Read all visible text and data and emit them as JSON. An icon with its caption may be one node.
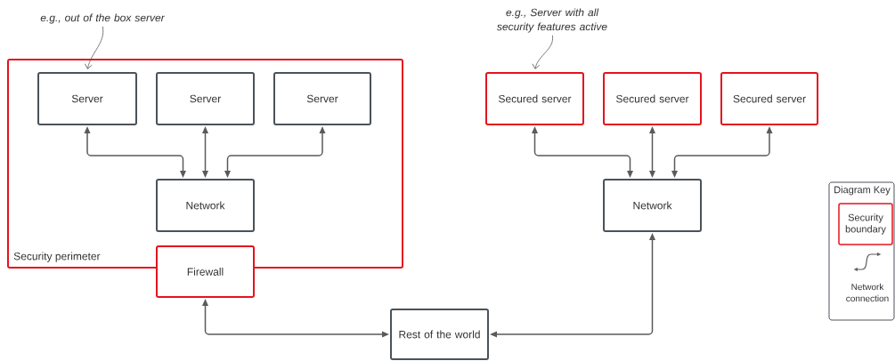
{
  "diagram": {
    "nodes": [
      {
        "text": [
          "Security perimeter"
        ]
      },
      {
        "text": [
          "e.g., out of the box server"
        ]
      },
      {
        "text": [
          "Server"
        ],
        "in": 0
      },
      {
        "text": [
          "Server"
        ],
        "in": 0
      },
      {
        "text": [
          "Server"
        ],
        "in": 0
      },
      {
        "text": [
          "Network"
        ],
        "in": 0
      },
      {
        "text": [
          "Firewall"
        ]
      },
      {
        "text": [
          "e.g., Server with all security features active"
        ]
      },
      {
        "text": [
          "Secured server"
        ]
      },
      {
        "text": [
          "Secured server"
        ]
      },
      {
        "text": [
          "Secured server"
        ]
      },
      {
        "text": [
          "Network"
        ]
      },
      {
        "text": [
          "Rest of the world"
        ]
      }
    ],
    "edges": [
      {
        "from": 1,
        "to": 2,
        "arrow": "to"
      },
      {
        "from": 2,
        "to": 5,
        "arrow": "both"
      },
      {
        "from": 3,
        "to": 5,
        "arrow": "both"
      },
      {
        "from": 4,
        "to": 5,
        "arrow": "both"
      },
      {
        "from": 6,
        "to": 12,
        "arrow": "both"
      },
      {
        "from": 7,
        "to": 8,
        "arrow": "to"
      },
      {
        "from": 8,
        "to": 11,
        "arrow": "both"
      },
      {
        "from": 9,
        "to": 11,
        "arrow": "both"
      },
      {
        "from": 10,
        "to": 11,
        "arrow": "both"
      },
      {
        "from": 11,
        "to": 12,
        "arrow": "both"
      }
    ],
    "labels": [
      "Diagram Key"
    ],
    "legend": [
      {
        "text": "Security boundary"
      },
      {
        "text": "Network connection"
      }
    ]
  }
}
